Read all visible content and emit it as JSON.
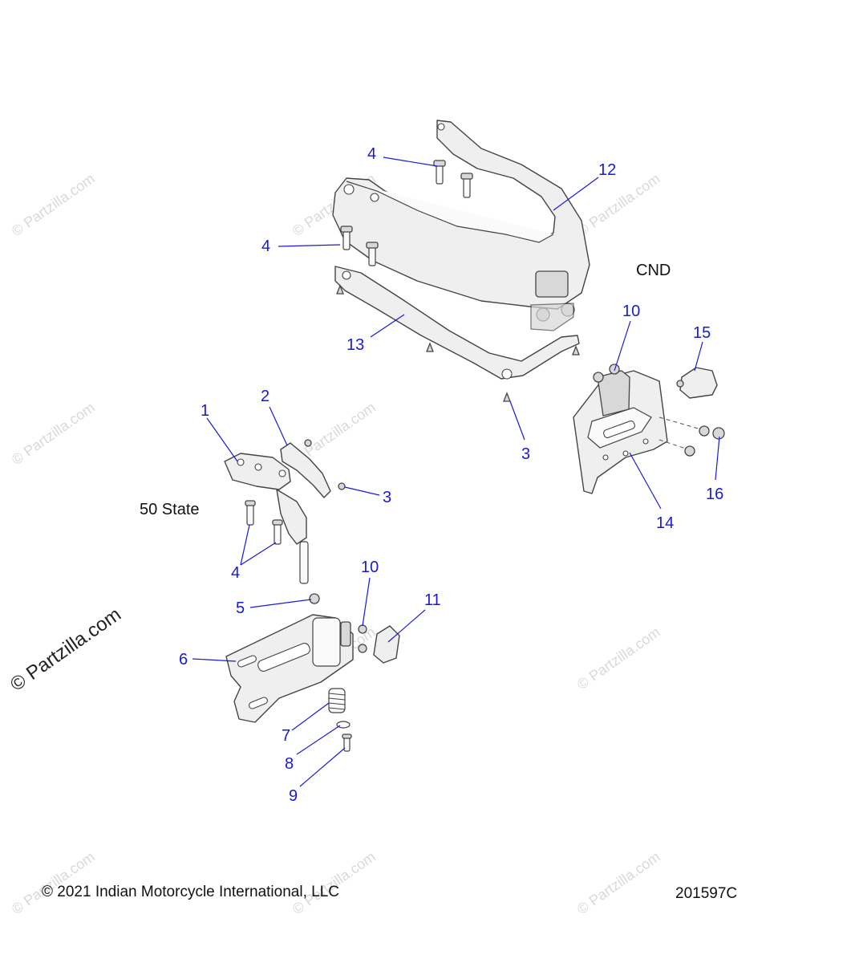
{
  "variants": {
    "cnd": "CND",
    "fifty_state": "50 State"
  },
  "callouts": {
    "c1": "1",
    "c2": "2",
    "c3a": "3",
    "c3b": "3",
    "c4a": "4",
    "c4b": "4",
    "c4c": "4",
    "c5": "5",
    "c6": "6",
    "c7": "7",
    "c8": "8",
    "c9": "9",
    "c10a": "10",
    "c10b": "10",
    "c11": "11",
    "c12": "12",
    "c13": "13",
    "c14": "14",
    "c15": "15",
    "c16": "16"
  },
  "footer": {
    "copyright": "© 2021 Indian Motorcycle International, LLC",
    "figure_id": "201597C"
  },
  "watermark": {
    "text": "© Partzilla.com"
  },
  "colors": {
    "callout": "#1a1ad6",
    "line_art": "#444444",
    "part_fill": "#efefef",
    "watermark": "#d9d9d9"
  }
}
